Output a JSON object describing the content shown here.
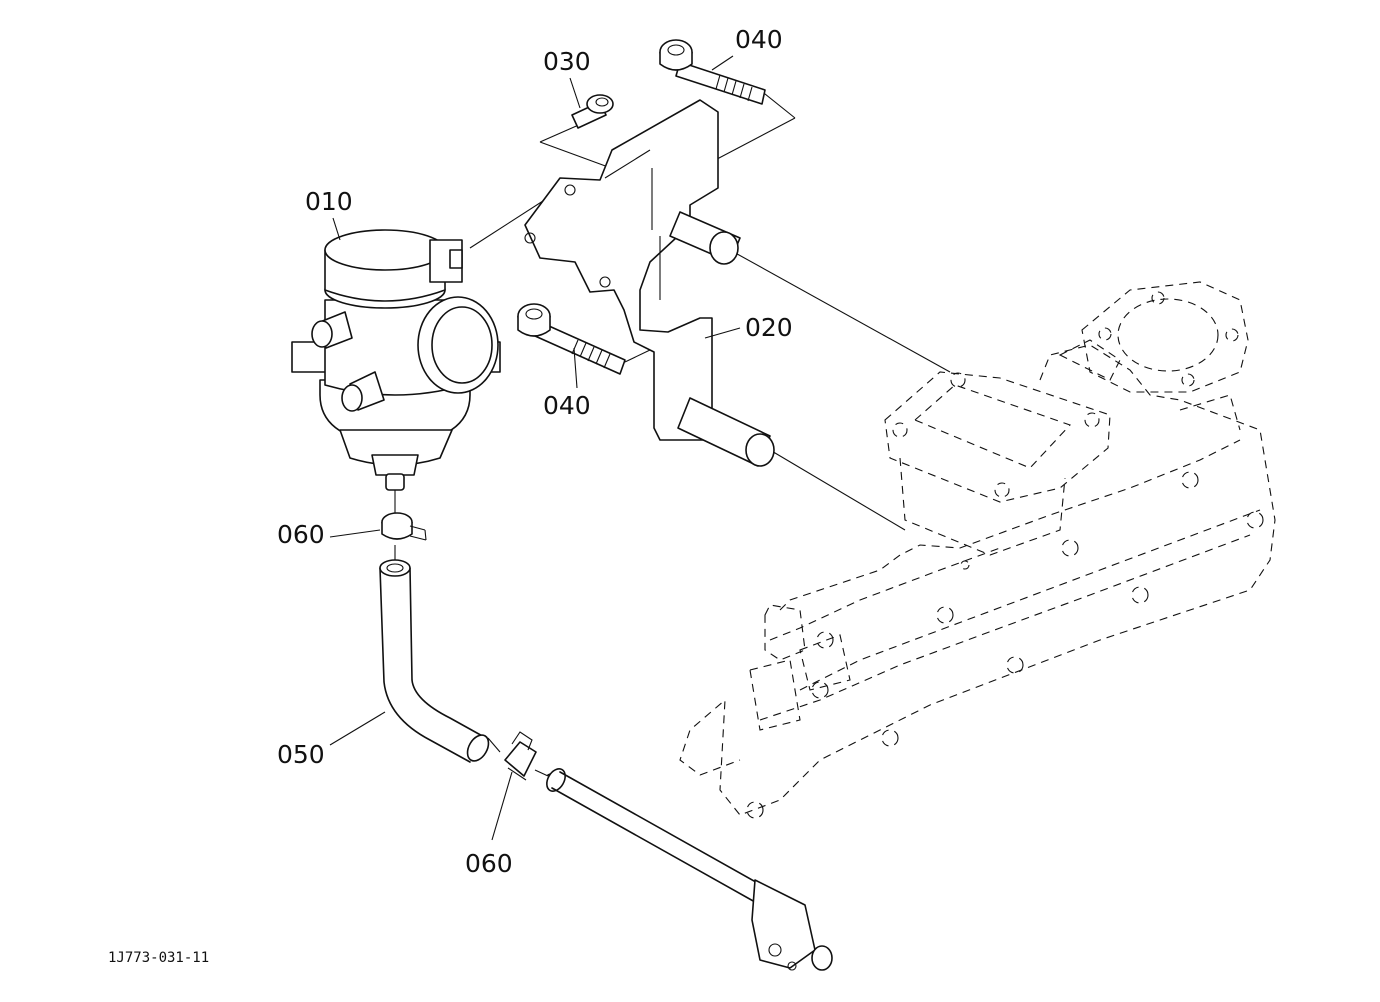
{
  "diagram": {
    "callouts": {
      "c010": "010",
      "c020": "020",
      "c030": "030",
      "c040_top": "040",
      "c040_mid": "040",
      "c050": "050",
      "c060_top": "060",
      "c060_bottom": "060"
    },
    "drawing_code": "1J773-031-11"
  }
}
